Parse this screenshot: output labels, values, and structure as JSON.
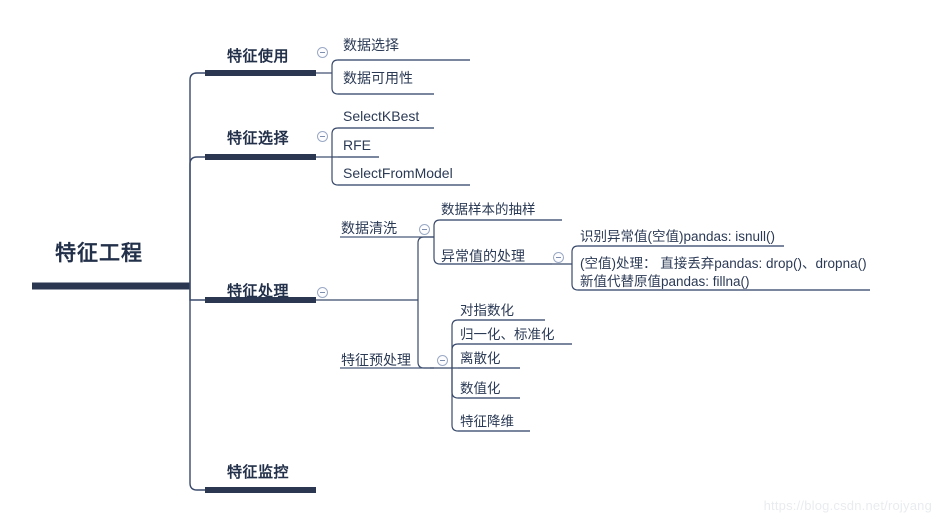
{
  "diagram": {
    "title": "特征工程",
    "type": "mind-map",
    "colors": {
      "text": "#2b3a55",
      "heading": "#23304a",
      "branch_underline": "#2b3750",
      "leaf_underline": "#4a5a7a",
      "connector": "#3a4a6b",
      "toggle_border": "#9aa9c4",
      "watermark": "#e9ecef"
    },
    "root": {
      "label": "特征工程"
    },
    "branches": [
      {
        "label": "特征使用",
        "toggle": "collapse-toggle-icon",
        "children": [
          {
            "label": "数据选择"
          },
          {
            "label": "数据可用性"
          }
        ]
      },
      {
        "label": "特征选择",
        "toggle": "collapse-toggle-icon",
        "children": [
          {
            "label": "SelectKBest"
          },
          {
            "label": "RFE"
          },
          {
            "label": "SelectFromModel"
          }
        ]
      },
      {
        "label": "特征处理",
        "toggle": "collapse-toggle-icon",
        "children": [
          {
            "label": "数据清洗",
            "toggle": "collapse-toggle-icon",
            "children": [
              {
                "label": "数据样本的抽样"
              },
              {
                "label": "异常值的处理",
                "toggle": "collapse-toggle-icon",
                "children": [
                  {
                    "label": "识别异常值(空值)pandas: isnull()"
                  },
                  {
                    "label": "(空值)处理： 直接丢弃pandas: drop()、dropna()\n新值代替原值pandas: fillna()"
                  }
                ]
              }
            ]
          },
          {
            "label": "特征预处理",
            "toggle": "collapse-toggle-icon",
            "children": [
              {
                "label": "对指数化"
              },
              {
                "label": "归一化、标准化"
              },
              {
                "label": "离散化"
              },
              {
                "label": "数值化"
              },
              {
                "label": "特征降维"
              }
            ]
          }
        ]
      },
      {
        "label": "特征监控",
        "children": []
      }
    ],
    "watermark": "https://blog.csdn.net/rojyang"
  }
}
